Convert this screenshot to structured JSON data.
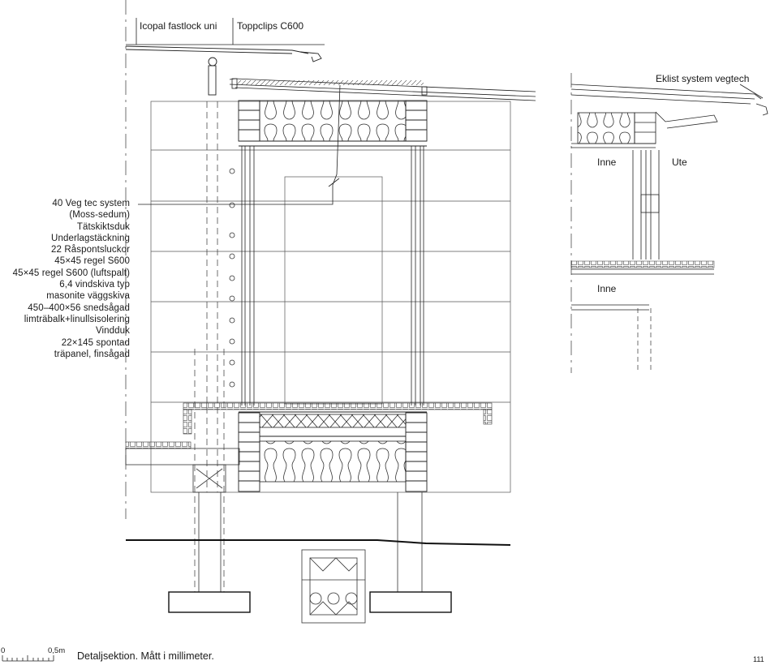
{
  "callouts": {
    "roof_left_a": "Icopal fastlock uni",
    "roof_left_b": "Toppclips C600",
    "roof_right": "Eklist system vegtech"
  },
  "inset": {
    "inne_top": "Inne",
    "ute_top": "Ute",
    "inne_bottom": "Inne"
  },
  "layers": [
    "40 Veg tec system",
    "(Moss-sedum)",
    "Tätskiktsduk",
    "Underlagstäckning",
    "22 Råspontsluckor",
    "45×45 regel S600",
    "45×45 regel S600 (luftspalt)",
    "6,4 vindskiva typ",
    "masonite väggskiva",
    "450–400×56 snedsågad",
    "limträbalk+linullsisolering",
    "Vindduk",
    "22×145 spontad",
    "träpanel, finsågad"
  ],
  "scale_bar": {
    "start": "0",
    "end": "0,5m"
  },
  "caption": "Detaljsektion. Mått i millimeter.",
  "page_number": "111"
}
